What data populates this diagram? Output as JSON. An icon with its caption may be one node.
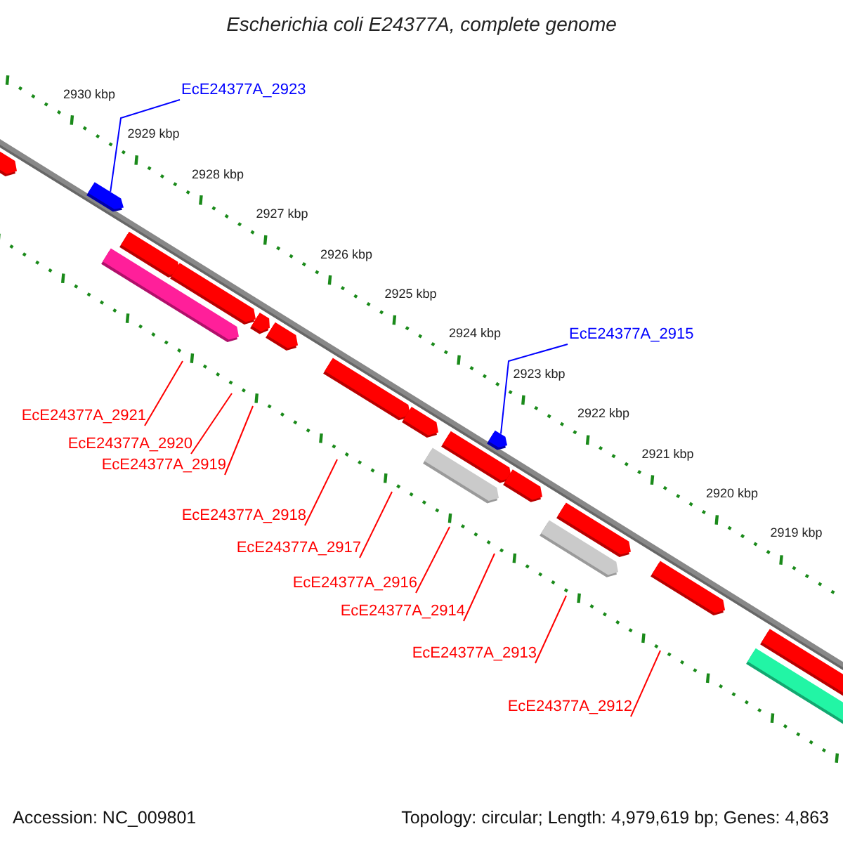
{
  "diagram": {
    "title": "Escherichia coli E24377A, complete genome",
    "nodes": [
      {
        "text": [
          "EcE24377A_2923"
        ]
      },
      {
        "text": [
          "EcE24377A_2915"
        ]
      },
      {
        "text": [
          "EcE24377A_2921"
        ]
      },
      {
        "text": [
          "EcE24377A_2920"
        ]
      },
      {
        "text": [
          "EcE24377A_2919"
        ]
      },
      {
        "text": [
          "EcE24377A_2918"
        ]
      },
      {
        "text": [
          "EcE24377A_2917"
        ]
      },
      {
        "text": [
          "EcE24377A_2916"
        ]
      },
      {
        "text": [
          "EcE24377A_2914"
        ]
      },
      {
        "text": [
          "EcE24377A_2913"
        ]
      },
      {
        "text": [
          "EcE24377A_2912"
        ]
      },
      {
        "text": [],
        "shape": "arrow"
      },
      {
        "text": [],
        "shape": "arrow"
      }
    ],
    "edges": [
      {
        "from": 0,
        "to": 11,
        "arrow": "none",
        "color": "#0000ff"
      },
      {
        "from": 1,
        "to": 12,
        "arrow": "none",
        "color": "#0000ff"
      },
      {
        "from": 2,
        "to": null,
        "arrow": "none"
      },
      {
        "from": 3,
        "to": null,
        "arrow": "none"
      },
      {
        "from": 4,
        "to": null,
        "arrow": "none"
      },
      {
        "from": 5,
        "to": null,
        "arrow": "none"
      },
      {
        "from": 6,
        "to": null,
        "arrow": "none"
      },
      {
        "from": 7,
        "to": null,
        "arrow": "none"
      },
      {
        "from": 8,
        "to": null,
        "arrow": "none"
      },
      {
        "from": 9,
        "to": null,
        "arrow": "none"
      },
      {
        "from": 10,
        "to": null,
        "arrow": "none"
      }
    ],
    "labels": [
      "2930 kbp",
      "2929 kbp",
      "2928 kbp",
      "2927 kbp",
      "2926 kbp",
      "2925 kbp",
      "2924 kbp",
      "2923 kbp",
      "2922 kbp",
      "2921 kbp",
      "2920 kbp",
      "2919 kbp",
      "Accession: NC_009801",
      "Topology: circular; Length: 4,979,619 bp; Genes: 4,863"
    ]
  }
}
